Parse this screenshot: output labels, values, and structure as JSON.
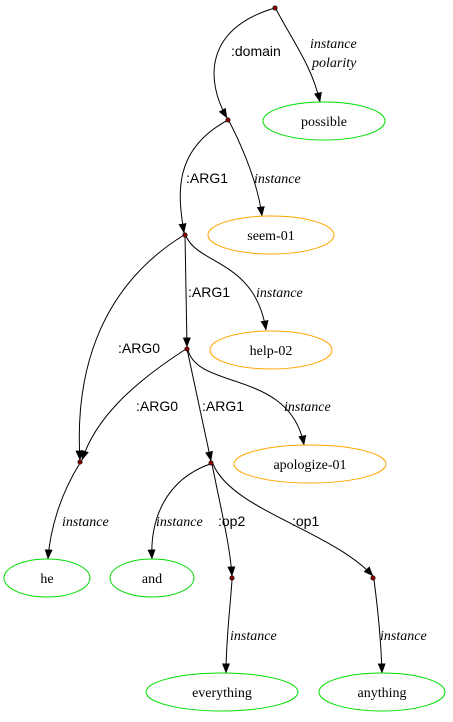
{
  "colors": {
    "attribute_node": "#00dd00",
    "concept_node": "#ffa500",
    "variable_dot": "#8b0000",
    "edge": "#000000"
  },
  "nodes": {
    "possible": "possible",
    "seem": "seem-01",
    "help": "help-02",
    "apologize": "apologize-01",
    "he": "he",
    "and": "and",
    "everything": "everything",
    "anything": "anything"
  },
  "edges": {
    "domain": ":domain",
    "instance_possible_1": "instance",
    "polarity": "polarity",
    "arg1_a": ":ARG1",
    "instance_seem": "instance",
    "arg1_b": ":ARG1",
    "instance_help": "instance",
    "arg0_a": ":ARG0",
    "arg0_b": ":ARG0",
    "arg1_c": ":ARG1",
    "instance_apologize": "instance",
    "instance_he": "instance",
    "instance_and": "instance",
    "op2": ":op2",
    "op1": ":op1",
    "instance_everything": "instance",
    "instance_anything": "instance"
  }
}
